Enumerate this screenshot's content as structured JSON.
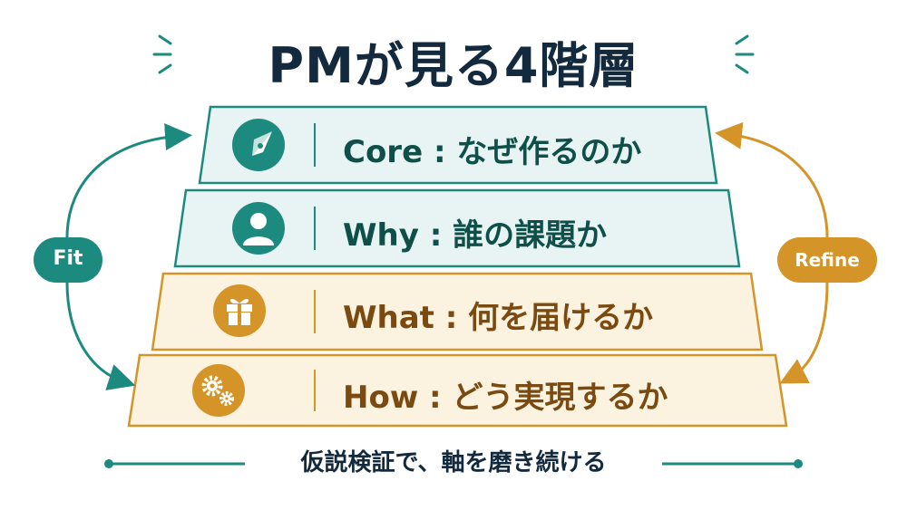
{
  "title": "PMが見る4階層",
  "layers": [
    {
      "label": "Core : なぜ作るのか",
      "icon": "compass-icon"
    },
    {
      "label": "Why : 誰の課題か",
      "icon": "person-icon"
    },
    {
      "label": "What : 何を届けるか",
      "icon": "gift-icon"
    },
    {
      "label": "How : どう実現するか",
      "icon": "gears-icon"
    }
  ],
  "left_loop": {
    "label": "Fit"
  },
  "right_loop": {
    "label": "Refine"
  },
  "footer": "仮説検証で、軸を磨き続ける",
  "colors": {
    "teal": "#1d8a80",
    "teal_fill": "#e8f4f4",
    "gold": "#d49428",
    "gold_fill": "#fbf2df",
    "navy": "#13293d"
  }
}
